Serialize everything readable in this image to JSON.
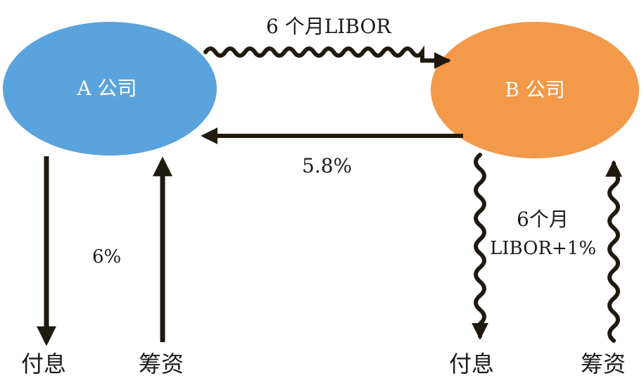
{
  "nodes": {
    "a": {
      "label": "A 公司",
      "color": "#5ba3dc"
    },
    "b": {
      "label": "B 公司",
      "color": "#f2994a"
    }
  },
  "flows": {
    "a_to_b_floating": "6 个月LIBOR",
    "b_to_a_fixed": "5.8%",
    "a_pays_rate": "6%",
    "b_pays_rate_line1": "6个月",
    "b_pays_rate_line2": "LIBOR+1%"
  },
  "captions": {
    "a_pay": "付息",
    "a_fund": "筹资",
    "b_pay": "付息",
    "b_fund": "筹资"
  },
  "colors": {
    "arrow": "#1f1a0d"
  }
}
